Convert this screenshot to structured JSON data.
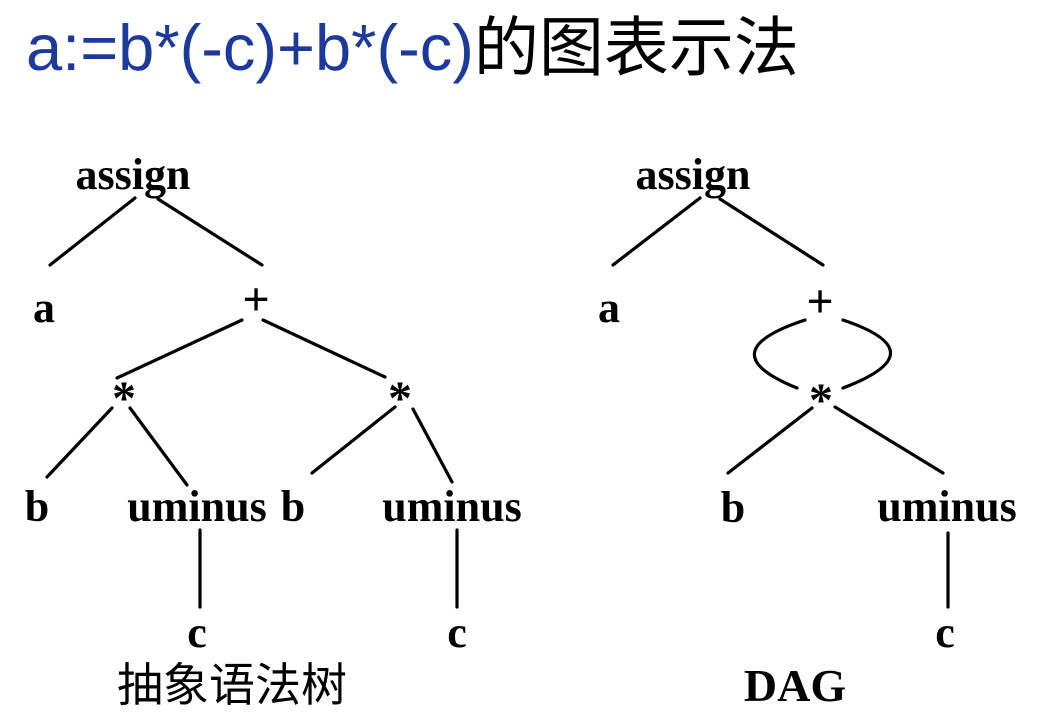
{
  "title": {
    "formula": "a:=b*(-c)+b*(-c)",
    "suffix": "的图表示法"
  },
  "colors": {
    "formula_blue": "#1b3a9c",
    "ink": "#000000",
    "background": "#ffffff"
  },
  "ast": {
    "caption": "抽象语法树",
    "nodes": {
      "assign": "assign",
      "a": "a",
      "plus": "+",
      "star_left": "*",
      "star_right": "*",
      "b_left": "b",
      "uminus_left": "uminus",
      "c_left": "c",
      "b_right": "b",
      "uminus_right": "uminus",
      "c_right": "c"
    },
    "edges": [
      {
        "from": "assign",
        "to": "a"
      },
      {
        "from": "assign",
        "to": "plus"
      },
      {
        "from": "plus",
        "to": "star_left"
      },
      {
        "from": "plus",
        "to": "star_right"
      },
      {
        "from": "star_left",
        "to": "b_left"
      },
      {
        "from": "star_left",
        "to": "uminus_left"
      },
      {
        "from": "uminus_left",
        "to": "c_left"
      },
      {
        "from": "star_right",
        "to": "b_right"
      },
      {
        "from": "star_right",
        "to": "uminus_right"
      },
      {
        "from": "uminus_right",
        "to": "c_right"
      }
    ]
  },
  "dag": {
    "caption": "DAG",
    "nodes": {
      "assign": "assign",
      "a": "a",
      "plus": "+",
      "star": "*",
      "b": "b",
      "uminus": "uminus",
      "c": "c"
    },
    "edges": [
      {
        "from": "assign",
        "to": "a"
      },
      {
        "from": "assign",
        "to": "plus"
      },
      {
        "from": "plus",
        "to": "star",
        "style": "curve-bulge-left"
      },
      {
        "from": "plus",
        "to": "star",
        "style": "curve-bulge-right"
      },
      {
        "from": "star",
        "to": "b"
      },
      {
        "from": "star",
        "to": "uminus"
      },
      {
        "from": "uminus",
        "to": "c"
      }
    ]
  }
}
